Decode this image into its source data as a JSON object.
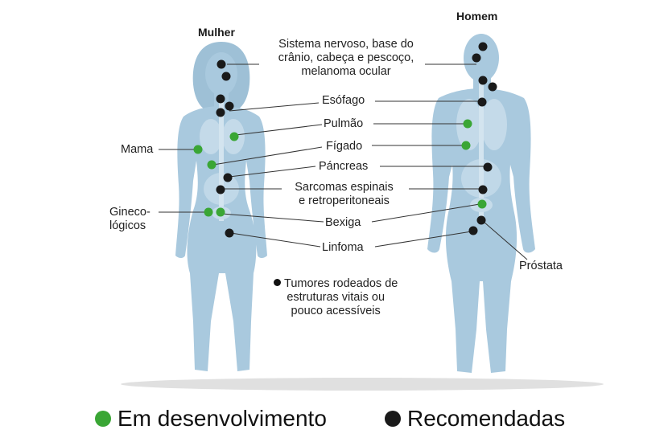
{
  "titles": {
    "woman": "Mulher",
    "man": "Homem"
  },
  "labels": {
    "snc": "Sistema nervoso, base do crânio, cabeça e pescoço, melanoma ocular",
    "snc_l1": "Sistema nervoso, base do",
    "snc_l2": "crânio, cabeça e pescoço,",
    "snc_l3": "melanoma ocular",
    "esofago": "Esófago",
    "pulmao": "Pulmão",
    "figado": "Fígado",
    "pancreas": "Páncreas",
    "sarcomas_l1": "Sarcomas espinais",
    "sarcomas_l2": "e retroperitoneais",
    "bexiga": "Bexiga",
    "linfoma": "Linfoma",
    "mama": "Mama",
    "gineco_l1": "Gineco-",
    "gineco_l2": "lógicos",
    "prostata": "Próstata"
  },
  "note": {
    "line1": "Tumores rodeados de",
    "line2": "estruturas vitais ou",
    "line3": "pouco acessíveis"
  },
  "legend": {
    "developing": {
      "label": "Em desenvolvimento",
      "color": "#3aa635"
    },
    "recommended": {
      "label": "Recomendadas",
      "color": "#1a1a1a"
    }
  },
  "colors": {
    "body": "#a9c9de",
    "body_dark": "#8fb5cf",
    "organ": "#c6dcea",
    "line": "#333333"
  }
}
